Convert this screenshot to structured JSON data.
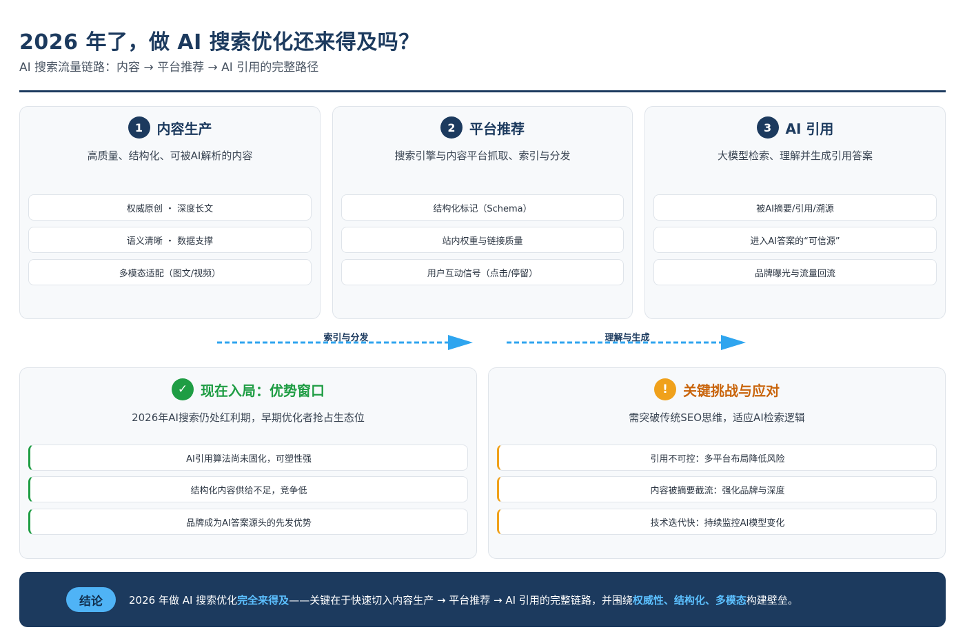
{
  "header": {
    "title": "2026 年了，做 AI 搜索优化还来得及吗？",
    "subtitle": "AI 搜索流量链路：内容 → 平台推荐 → AI 引用的完整路径"
  },
  "steps": [
    {
      "number": "1",
      "title": "内容生产",
      "desc": "高质量、结构化、可被AI解析的内容",
      "items": [
        "权威原创 ・ 深度长文",
        "语义清晰 ・ 数据支撑",
        "多模态适配（图文/视频）"
      ]
    },
    {
      "number": "2",
      "title": "平台推荐",
      "desc": "搜索引擎与内容平台抓取、索引与分发",
      "items": [
        "结构化标记（Schema）",
        "站内权重与链接质量",
        "用户互动信号（点击/停留）"
      ]
    },
    {
      "number": "3",
      "title": "AI 引用",
      "desc": "大模型检索、理解并生成引用答案",
      "items": [
        "被AI摘要/引用/溯源",
        "进入AI答案的“可信源”",
        "品牌曝光与流量回流"
      ]
    }
  ],
  "arrows": [
    {
      "label": "索引与分发"
    },
    {
      "label": "理解与生成"
    }
  ],
  "opportunity": {
    "icon": "✓",
    "title": "现在入局：优势窗口",
    "desc": "2026年AI搜索仍处红利期，早期优化者抢占生态位",
    "items": [
      "AI引用算法尚未固化，可塑性强",
      "结构化内容供给不足，竞争低",
      "品牌成为AI答案源头的先发优势"
    ]
  },
  "challenge": {
    "icon": "!",
    "title": "关键挑战与应对",
    "desc": "需突破传统SEO思维，适应AI检索逻辑",
    "items": [
      "引用不可控：多平台布局降低风险",
      "内容被摘要截流：强化品牌与深度",
      "技术迭代快：持续监控AI模型变化"
    ]
  },
  "conclusion": {
    "badge": "结论",
    "text_1": "2026 年做 AI 搜索优化",
    "highlight_1": "完全来得及",
    "text_2": "——关键在于快速切入内容生产 → 平台推荐 → AI 引用的完整链路，并围绕",
    "highlight_2": "权威性、结构化、多模态",
    "text_3": "构建壁垒。"
  },
  "colors": {
    "navy": "#1c3a5e",
    "green": "#1f9d44",
    "orange": "#f0a11b",
    "accent_blue": "#4fb3f6"
  }
}
